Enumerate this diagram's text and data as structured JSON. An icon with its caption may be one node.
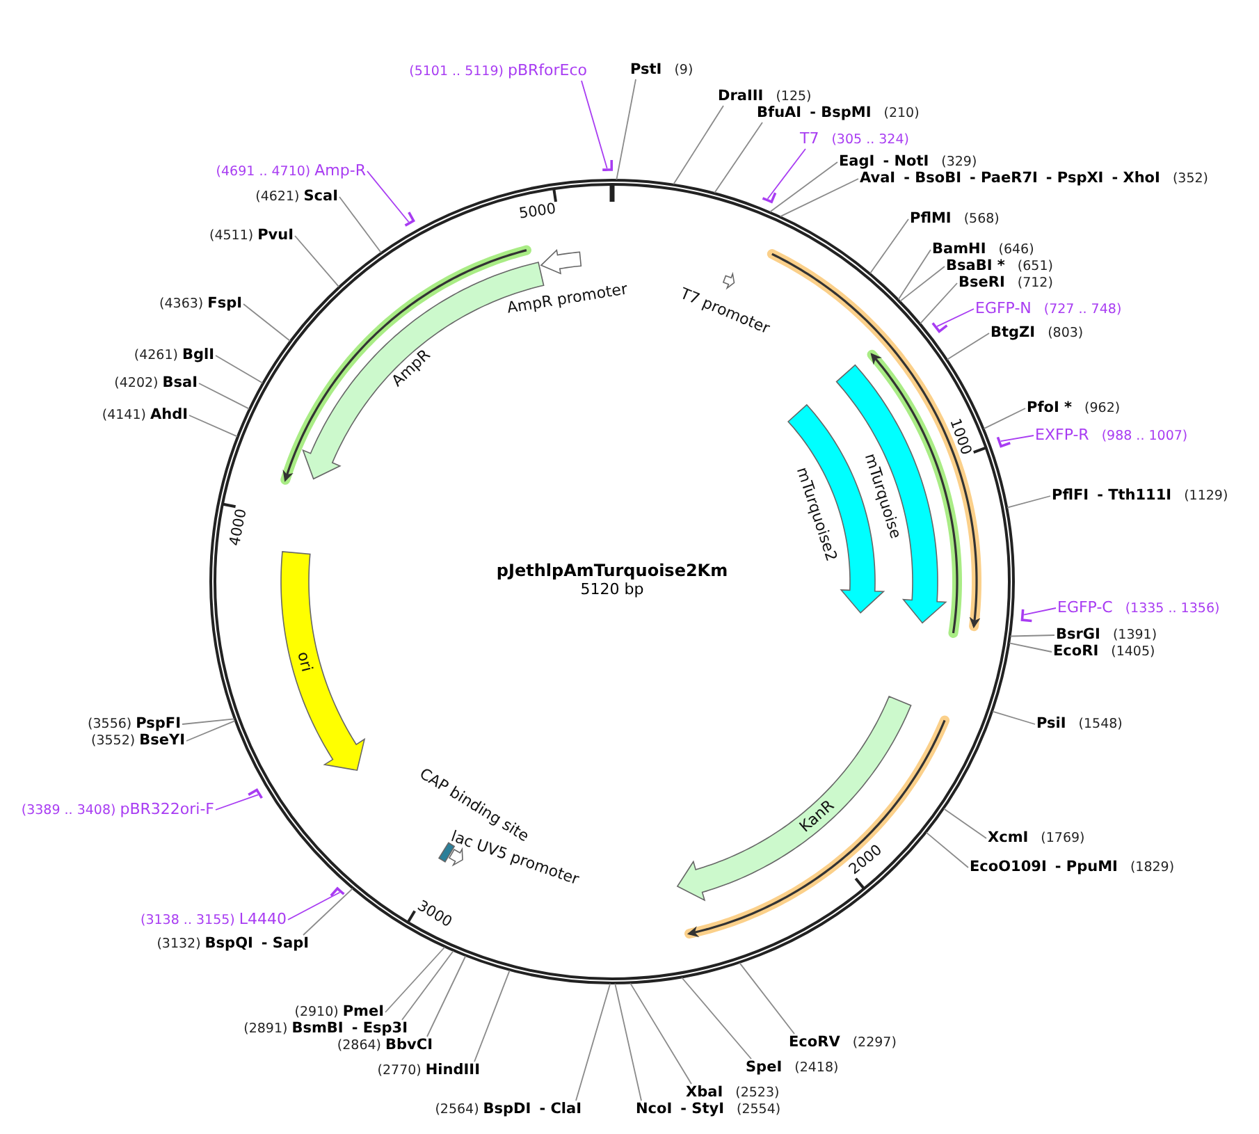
{
  "diagram": {
    "title": "pJethlpAmTurquoise2Km",
    "nodes": [
      {
        "text": [
          "(5101 .. 5119)",
          "pBRforEco"
        ]
      },
      {
        "text": [
          "PstI",
          "(9)"
        ]
      },
      {
        "text": [
          "DraIII",
          "(125)"
        ]
      },
      {
        "text": [
          "BfuAI",
          "- BspMI",
          "(210)"
        ]
      },
      {
        "text": [
          "T7",
          "(305 .. 324)"
        ]
      },
      {
        "text": [
          "EagI",
          "- NotI",
          "(329)"
        ]
      },
      {
        "text": [
          "AvaI",
          "- BsoBI",
          "- PaeR7I",
          "- PspXI",
          "- XhoI",
          "(352)"
        ]
      },
      {
        "text": [
          "PflMI",
          "(568)"
        ]
      },
      {
        "text": [
          "BamHI",
          "(646)"
        ]
      },
      {
        "text": [
          "BsaBI *",
          "(651)"
        ]
      },
      {
        "text": [
          "BseRI",
          "(712)"
        ]
      },
      {
        "text": [
          "EGFP-N",
          "(727 .. 748)"
        ]
      },
      {
        "text": [
          "BtgZI",
          "(803)"
        ]
      },
      {
        "text": [
          "PfoI *",
          "(962)"
        ]
      },
      {
        "text": [
          "EXFP-R",
          "(988 .. 1007)"
        ]
      },
      {
        "text": [
          "PflFI",
          "- Tth111I",
          "(1129)"
        ]
      },
      {
        "text": [
          "EGFP-C",
          "(1335 .. 1356)"
        ]
      },
      {
        "text": [
          "BsrGI",
          "(1391)"
        ]
      },
      {
        "text": [
          "EcoRI",
          "(1405)"
        ]
      },
      {
        "text": [
          "PsiI",
          "(1548)"
        ]
      },
      {
        "text": [
          "XcmI",
          "(1769)"
        ]
      },
      {
        "text": [
          "EcoO109I",
          "- PpuMI",
          "(1829)"
        ]
      },
      {
        "text": [
          "EcoRV",
          "(2297)"
        ]
      },
      {
        "text": [
          "SpeI",
          "(2418)"
        ]
      },
      {
        "text": [
          "XbaI",
          "(2523)"
        ]
      },
      {
        "text": [
          "NcoI",
          "- StyI",
          "(2554)"
        ]
      },
      {
        "text": [
          "(2564)",
          "BspDI",
          "- ClaI"
        ]
      },
      {
        "text": [
          "(2770)",
          "HindIII"
        ]
      },
      {
        "text": [
          "(2864)",
          "BbvCI"
        ]
      },
      {
        "text": [
          "(2891)",
          "BsmBI",
          "- Esp3I"
        ]
      },
      {
        "text": [
          "(2910)",
          "PmeI"
        ]
      },
      {
        "text": [
          "(3132)",
          "BspQI",
          "- SapI"
        ]
      },
      {
        "text": [
          "(3138 .. 3155)",
          "L4440"
        ]
      },
      {
        "text": [
          "(3389 .. 3408)",
          "pBR322ori-F"
        ]
      },
      {
        "text": [
          "(3556)",
          "PspFI"
        ]
      },
      {
        "text": [
          "(3552)",
          "BseYI"
        ]
      },
      {
        "text": [
          "(4141)",
          "AhdI"
        ]
      },
      {
        "text": [
          "(4202)",
          "BsaI"
        ]
      },
      {
        "text": [
          "(4261)",
          "BglI"
        ]
      },
      {
        "text": [
          "(4363)",
          "FspI"
        ]
      },
      {
        "text": [
          "(4511)",
          "PvuI"
        ]
      },
      {
        "text": [
          "(4621)",
          "ScaI"
        ]
      },
      {
        "text": [
          "(4691 .. 4710)",
          "Amp-R"
        ]
      },
      {
        "text": [
          "AmpR"
        ]
      },
      {
        "text": [
          "AmpR promoter"
        ]
      },
      {
        "text": [
          "T7 promoter"
        ]
      },
      {
        "text": [
          "mTurquoise2"
        ]
      },
      {
        "text": [
          "mTurquoise"
        ]
      },
      {
        "text": [
          "KanR"
        ]
      },
      {
        "text": [
          "ori"
        ]
      },
      {
        "text": [
          "CAP binding site"
        ]
      },
      {
        "text": [
          "lac UV5 promoter"
        ]
      }
    ],
    "edges": [
      {
        "from": 0,
        "to": null,
        "arrow": "none",
        "color": "#a83cf2"
      },
      {
        "from": 1,
        "to": null,
        "arrow": "none"
      },
      {
        "from": 2,
        "to": null,
        "arrow": "none"
      },
      {
        "from": 3,
        "to": null,
        "arrow": "none"
      },
      {
        "from": 4,
        "to": null,
        "arrow": "none",
        "color": "#a83cf2"
      },
      {
        "from": 5,
        "to": null,
        "arrow": "none"
      },
      {
        "from": 6,
        "to": null,
        "arrow": "none"
      },
      {
        "from": 7,
        "to": null,
        "arrow": "none"
      },
      {
        "from": 8,
        "to": null,
        "arrow": "none"
      },
      {
        "from": 9,
        "to": null,
        "arrow": "none"
      },
      {
        "from": 10,
        "to": null,
        "arrow": "none"
      },
      {
        "from": 11,
        "to": null,
        "arrow": "none",
        "color": "#a83cf2"
      },
      {
        "from": 12,
        "to": null,
        "arrow": "none"
      },
      {
        "from": 13,
        "to": null,
        "arrow": "none"
      },
      {
        "from": 14,
        "to": null,
        "arrow": "none",
        "color": "#a83cf2"
      },
      {
        "from": 15,
        "to": null,
        "arrow": "none"
      },
      {
        "from": 16,
        "to": null,
        "arrow": "none",
        "color": "#a83cf2"
      },
      {
        "from": 17,
        "to": null,
        "arrow": "none"
      },
      {
        "from": 18,
        "to": null,
        "arrow": "none"
      },
      {
        "from": 19,
        "to": null,
        "arrow": "none"
      },
      {
        "from": 20,
        "to": null,
        "arrow": "none"
      },
      {
        "from": 21,
        "to": null,
        "arrow": "none"
      },
      {
        "from": 22,
        "to": null,
        "arrow": "none"
      },
      {
        "from": 23,
        "to": null,
        "arrow": "none"
      },
      {
        "from": 24,
        "to": null,
        "arrow": "none"
      },
      {
        "from": 25,
        "to": null,
        "arrow": "none"
      },
      {
        "from": 26,
        "to": null,
        "arrow": "none"
      },
      {
        "from": 27,
        "to": null,
        "arrow": "none"
      },
      {
        "from": 28,
        "to": null,
        "arrow": "none"
      },
      {
        "from": 29,
        "to": null,
        "arrow": "none"
      },
      {
        "from": 30,
        "to": null,
        "arrow": "none"
      },
      {
        "from": 31,
        "to": null,
        "arrow": "none"
      },
      {
        "from": 32,
        "to": null,
        "arrow": "none",
        "color": "#a83cf2"
      },
      {
        "from": 33,
        "to": null,
        "arrow": "none",
        "color": "#a83cf2"
      },
      {
        "from": 34,
        "to": null,
        "arrow": "none"
      },
      {
        "from": 35,
        "to": null,
        "arrow": "none"
      },
      {
        "from": 36,
        "to": null,
        "arrow": "none"
      },
      {
        "from": 37,
        "to": null,
        "arrow": "none"
      },
      {
        "from": 38,
        "to": null,
        "arrow": "none"
      },
      {
        "from": 39,
        "to": null,
        "arrow": "none"
      },
      {
        "from": 40,
        "to": null,
        "arrow": "none"
      },
      {
        "from": 41,
        "to": null,
        "arrow": "none"
      },
      {
        "from": 42,
        "to": null,
        "arrow": "none",
        "color": "#a83cf2"
      }
    ],
    "labels": [
      "5120 bp",
      "1000",
      "2000",
      "3000",
      "4000",
      "5000"
    ]
  }
}
